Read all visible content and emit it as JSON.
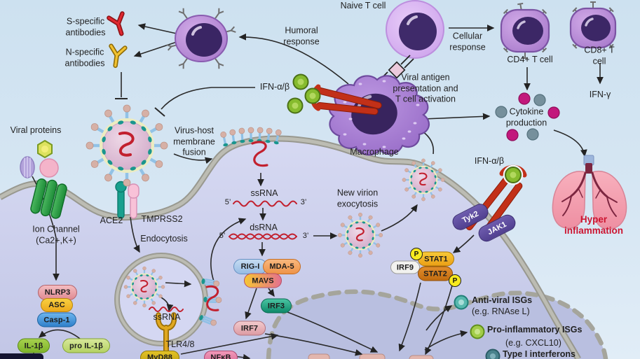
{
  "labels": {
    "s_specific": "S-specific\nantibodies",
    "n_specific": "N-specific\nantibodies",
    "humoral": "Humoral\nresponse",
    "naive_t": "Naive T cell",
    "cellular": "Cellular\nresponse",
    "cd4": "CD4+ T cell",
    "cd8": "CD8+ T cell",
    "ifn_gamma": "IFN-γ",
    "cytokine": "Cytokine\nproduction",
    "antigen_presentation": "Viral antigen\npresentation and\nT cell activation",
    "macrophage": "Macrophage",
    "ifn_ab_left": "IFN-α/β",
    "ifn_ab_right": "IFN-α/β",
    "virus_fusion": "Virus-host\nmembrane\nfusion",
    "viral_proteins": "Viral proteins",
    "ion_channel": "Ion Channel\n(Ca2+,K+)",
    "ace2": "ACE2",
    "tmprss2": "TMPRSS2",
    "endocytosis": "Endocytosis",
    "ssrna_endosome": "ssRNA",
    "ssrna": "ssRNA",
    "dsrna": "dsRNA",
    "five_prime_1": "5’",
    "three_prime_1": "3’",
    "five_prime_2": "5’",
    "three_prime_2": "3’",
    "new_virion": "New virion\nexocytosis",
    "tlr": "TLR4/8",
    "hyper_inflammation": "Hyper\ninflammation",
    "anti_viral_isgs": "Anti-viral ISGs",
    "anti_viral_eg": "(e.g. RNAse L)",
    "pro_inflammatory_isgs": "Pro-inflammatory ISGs",
    "pro_inflammatory_eg": "(e.g. CXCL10)",
    "type1_ifn": "Type I interferons"
  },
  "pills": {
    "nlrp3": "NLRP3",
    "asc": "ASC",
    "casp1": "Casp-1",
    "il1b": "IL-1β",
    "pro_il1b": "pro IL-1β",
    "myd88": "MyD88",
    "nfkb": "NFκB",
    "rigi": "RIG-I",
    "mda5": "MDA-5",
    "mavs": "MAVS",
    "irf3": "IRF3",
    "irf7": "IRF7",
    "irf9": "IRF9",
    "stat1": "STAT1",
    "stat2": "STAT2",
    "tyk2": "Tyk2",
    "jak1": "JAK1",
    "phospho_1": "P",
    "phospho_2": "P"
  },
  "colors": {
    "background_blue": "#cde1f0",
    "cell_lavender": "#c9cdea",
    "nucleus_lavender": "#b9bfe0",
    "membrane_gray": "#b3b3aa",
    "viral_rna_red": "#c2202e",
    "ifn_ligand_green": "#86bb2e",
    "ifn_receptor_red": "#c23018",
    "hyper_inflammation_red": "#cc1430",
    "cytokine_magenta": "#c2187c",
    "cytokine_gray": "#76909c",
    "kinase_purple": "#5b4a9e",
    "cell_purple": "#a983cf"
  }
}
